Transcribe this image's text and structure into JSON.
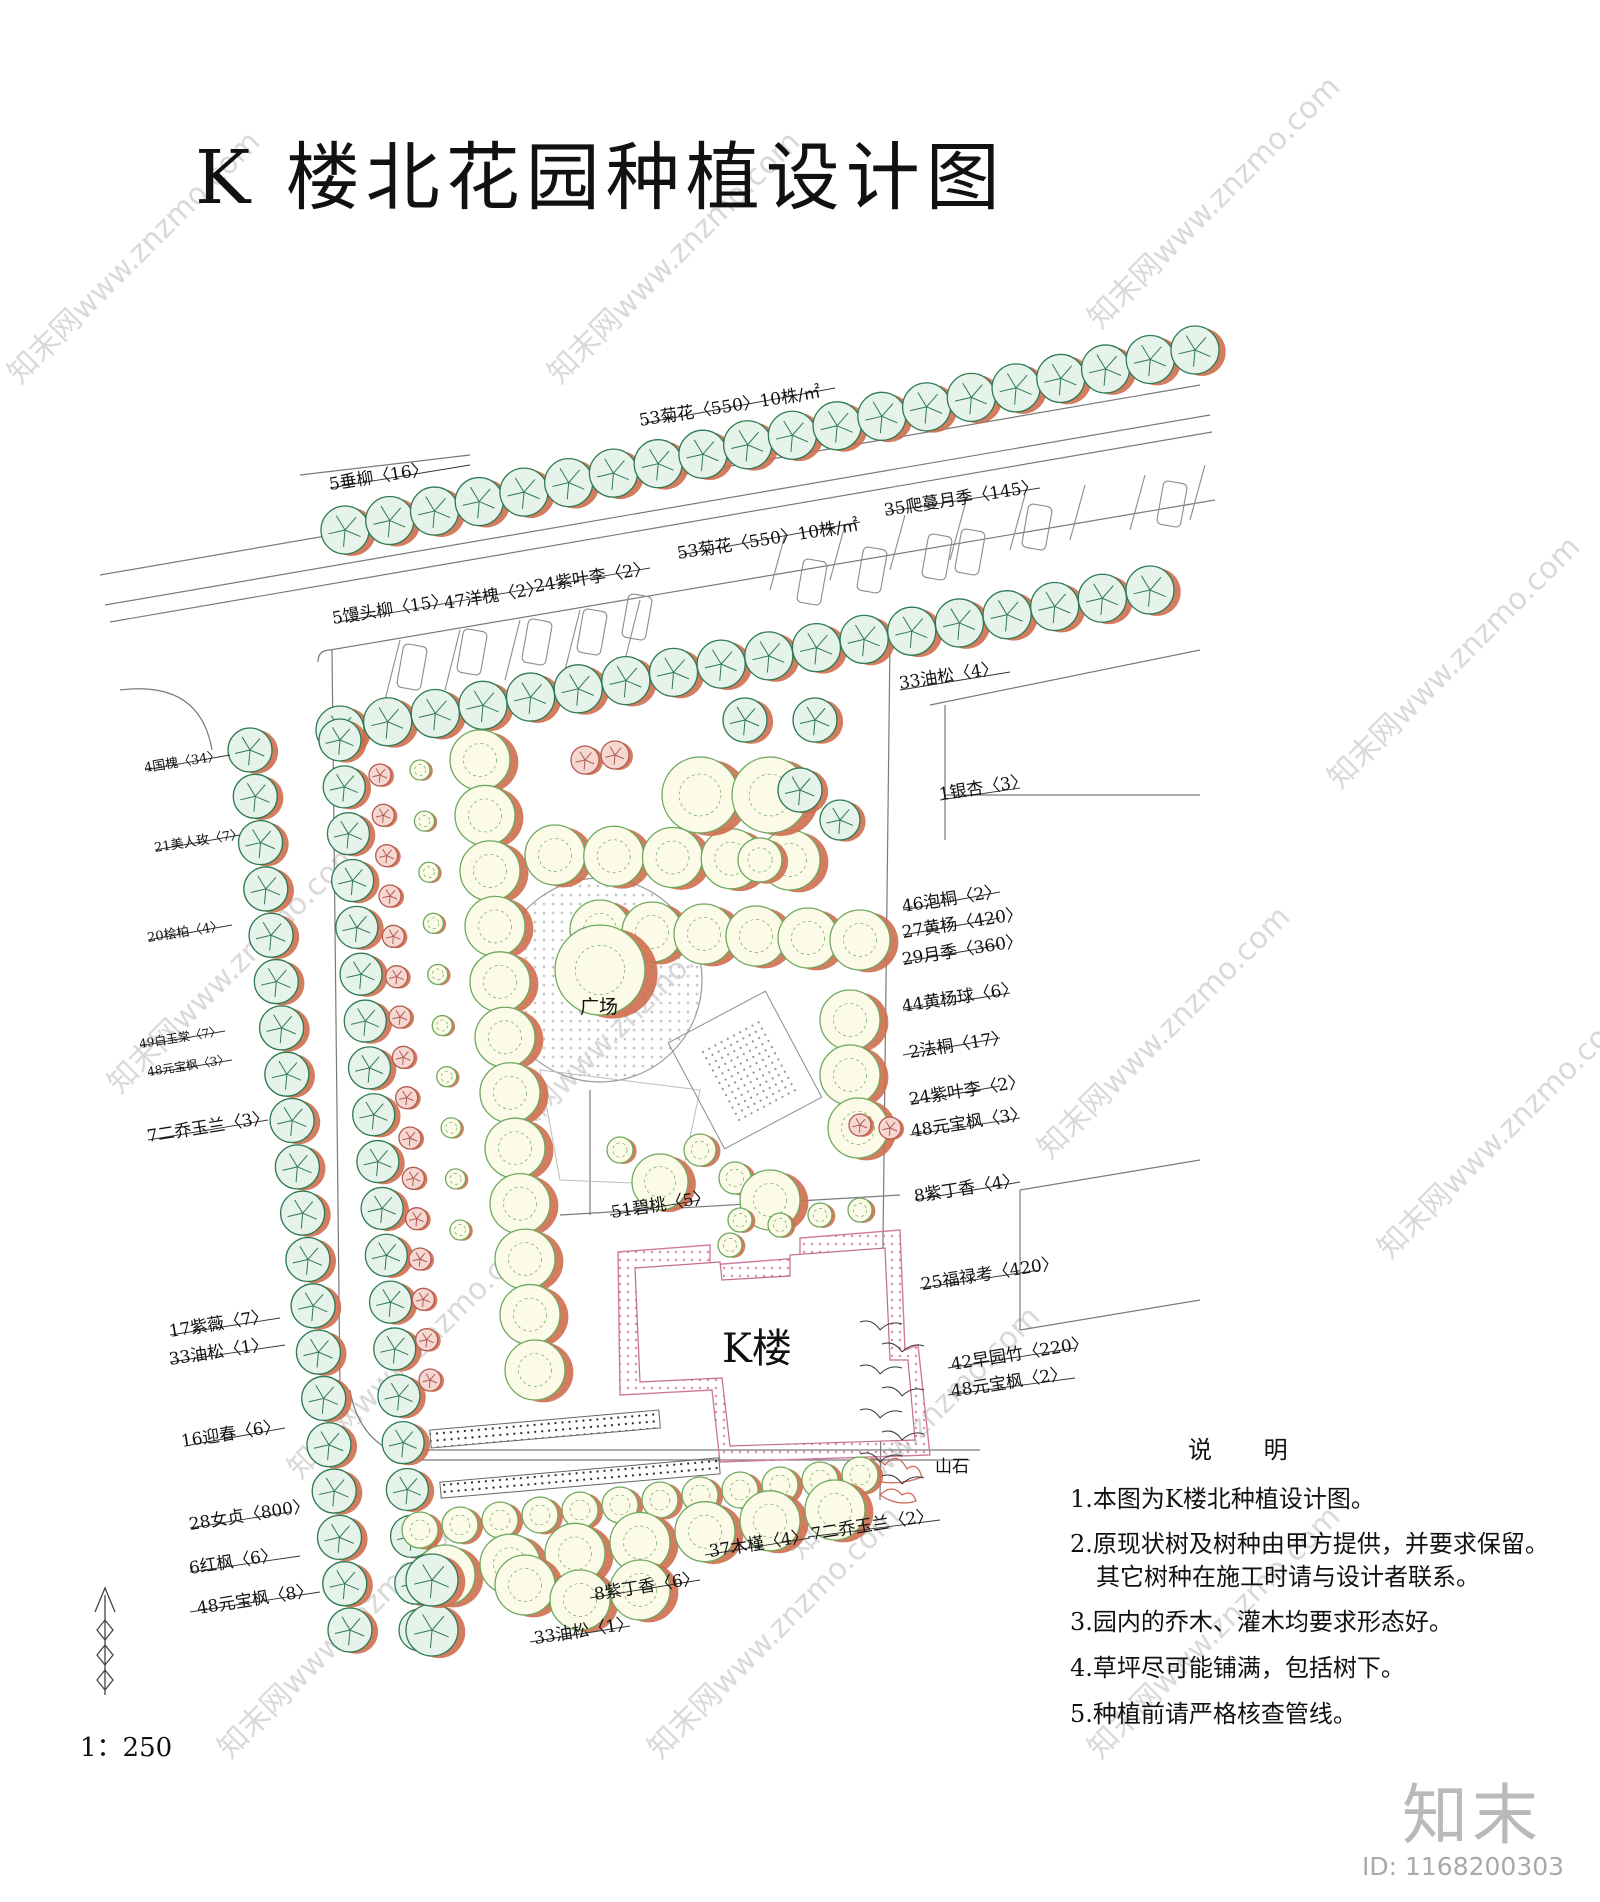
{
  "title": "K 楼北花园种植设计图",
  "scale": "1：250",
  "building_label": "K楼",
  "plaza_label": "广场",
  "rock_label": "山石",
  "notes": {
    "title": "说  明",
    "items": [
      "1.本图为K楼北种植设计图。",
      "2.原现状树及树种由甲方提供，并要求保留。",
      "其它树种在施工时请与设计者联系。",
      "3.园内的乔木、灌木均要求形态好。",
      "4.草坪尽可能铺满，包括树下。",
      "5.种植前请严格核查管线。"
    ]
  },
  "plant_labels": [
    "53菊花〈550〉10株/㎡",
    "5垂柳〈16〉",
    "53菊花〈550〉10株/㎡",
    "35爬蔓月季〈145〉",
    "5馒头柳〈15〉",
    "47洋槐〈2〉",
    "24紫叶李〈2〉",
    "33油松〈4〉",
    "1银杏〈3〉",
    "4国槐〈34〉",
    "21美人玫〈7〉",
    "20桧柏〈4〉",
    "49白玉棠〈7〉",
    "48元宝枫〈3〉",
    "7二乔玉兰〈3〉",
    "46泡桐〈2〉",
    "27黄杨〈420〉",
    "29月季〈360〉",
    "44黄杨球〈6〉",
    "2法桐〈17〉",
    "24紫叶李〈2〉",
    "48元宝枫〈3〉",
    "8紫丁香〈4〉",
    "51碧桃〈5〉",
    "25福禄考〈420〉",
    "17紫薇〈7〉",
    "33油松〈1〉",
    "42早园竹〈220〉",
    "48元宝枫〈2〉",
    "16迎春〈6〉",
    "28女贞〈800〉",
    "6红枫〈6〉",
    "48元宝枫〈8〉",
    "37木槿〈4〉",
    "7二乔玉兰〈2〉",
    "8紫丁香〈6〉",
    "33油松〈1〉"
  ],
  "watermark": {
    "brand": "知末",
    "id": "ID: 1168200303",
    "diagonal_text": "知末网www.znzmo.com"
  },
  "colors": {
    "tree_shadow": "#cf6e4e",
    "evergreen_fill": "#e6f3ea",
    "evergreen_stroke": "#2f7a52",
    "deciduous_fill": "#fbfbe8",
    "deciduous_stroke": "#6fa860",
    "shrub_pink": "#e7a7a0",
    "paving_pink": "#d98aa8",
    "line": "#777777"
  }
}
